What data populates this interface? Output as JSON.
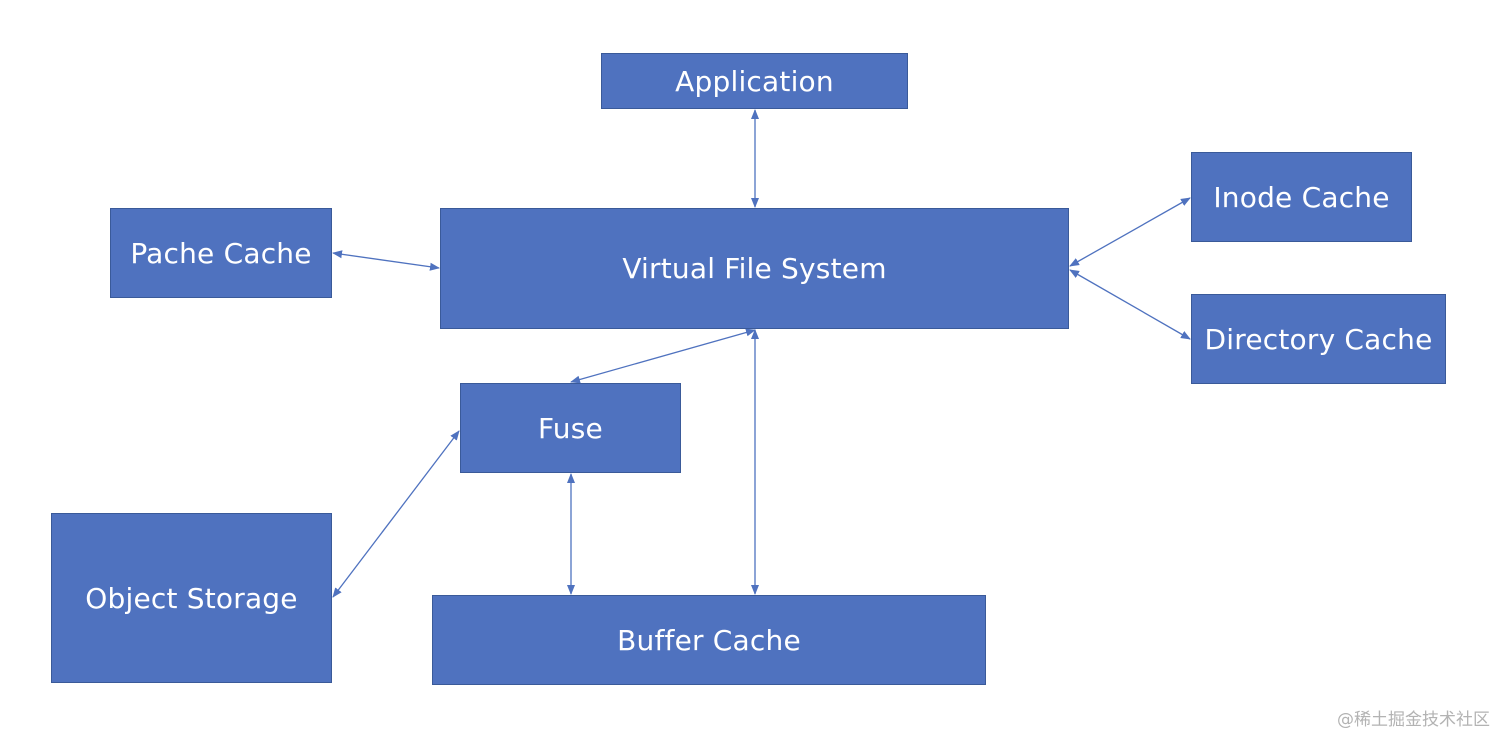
{
  "diagram": {
    "nodes": {
      "application": "Application",
      "vfs": "Virtual File System",
      "pache_cache": "Pache Cache",
      "inode_cache": "Inode Cache",
      "directory_cache": "Directory Cache",
      "fuse": "Fuse",
      "object_storage": "Object Storage",
      "buffer_cache": "Buffer Cache"
    },
    "edges": [
      {
        "from": "application",
        "to": "vfs",
        "direction": "bidirectional"
      },
      {
        "from": "pache_cache",
        "to": "vfs",
        "direction": "bidirectional"
      },
      {
        "from": "vfs",
        "to": "inode_cache",
        "direction": "bidirectional"
      },
      {
        "from": "vfs",
        "to": "directory_cache",
        "direction": "bidirectional"
      },
      {
        "from": "vfs",
        "to": "fuse",
        "direction": "bidirectional"
      },
      {
        "from": "vfs",
        "to": "buffer_cache",
        "direction": "bidirectional"
      },
      {
        "from": "fuse",
        "to": "buffer_cache",
        "direction": "bidirectional"
      },
      {
        "from": "object_storage",
        "to": "fuse",
        "direction": "bidirectional"
      }
    ],
    "colors": {
      "node_fill": "#4f72bf",
      "node_border": "#3a5a99",
      "connector": "#4f72bf",
      "text": "#ffffff"
    }
  },
  "watermark": "@稀土掘金技术社区"
}
